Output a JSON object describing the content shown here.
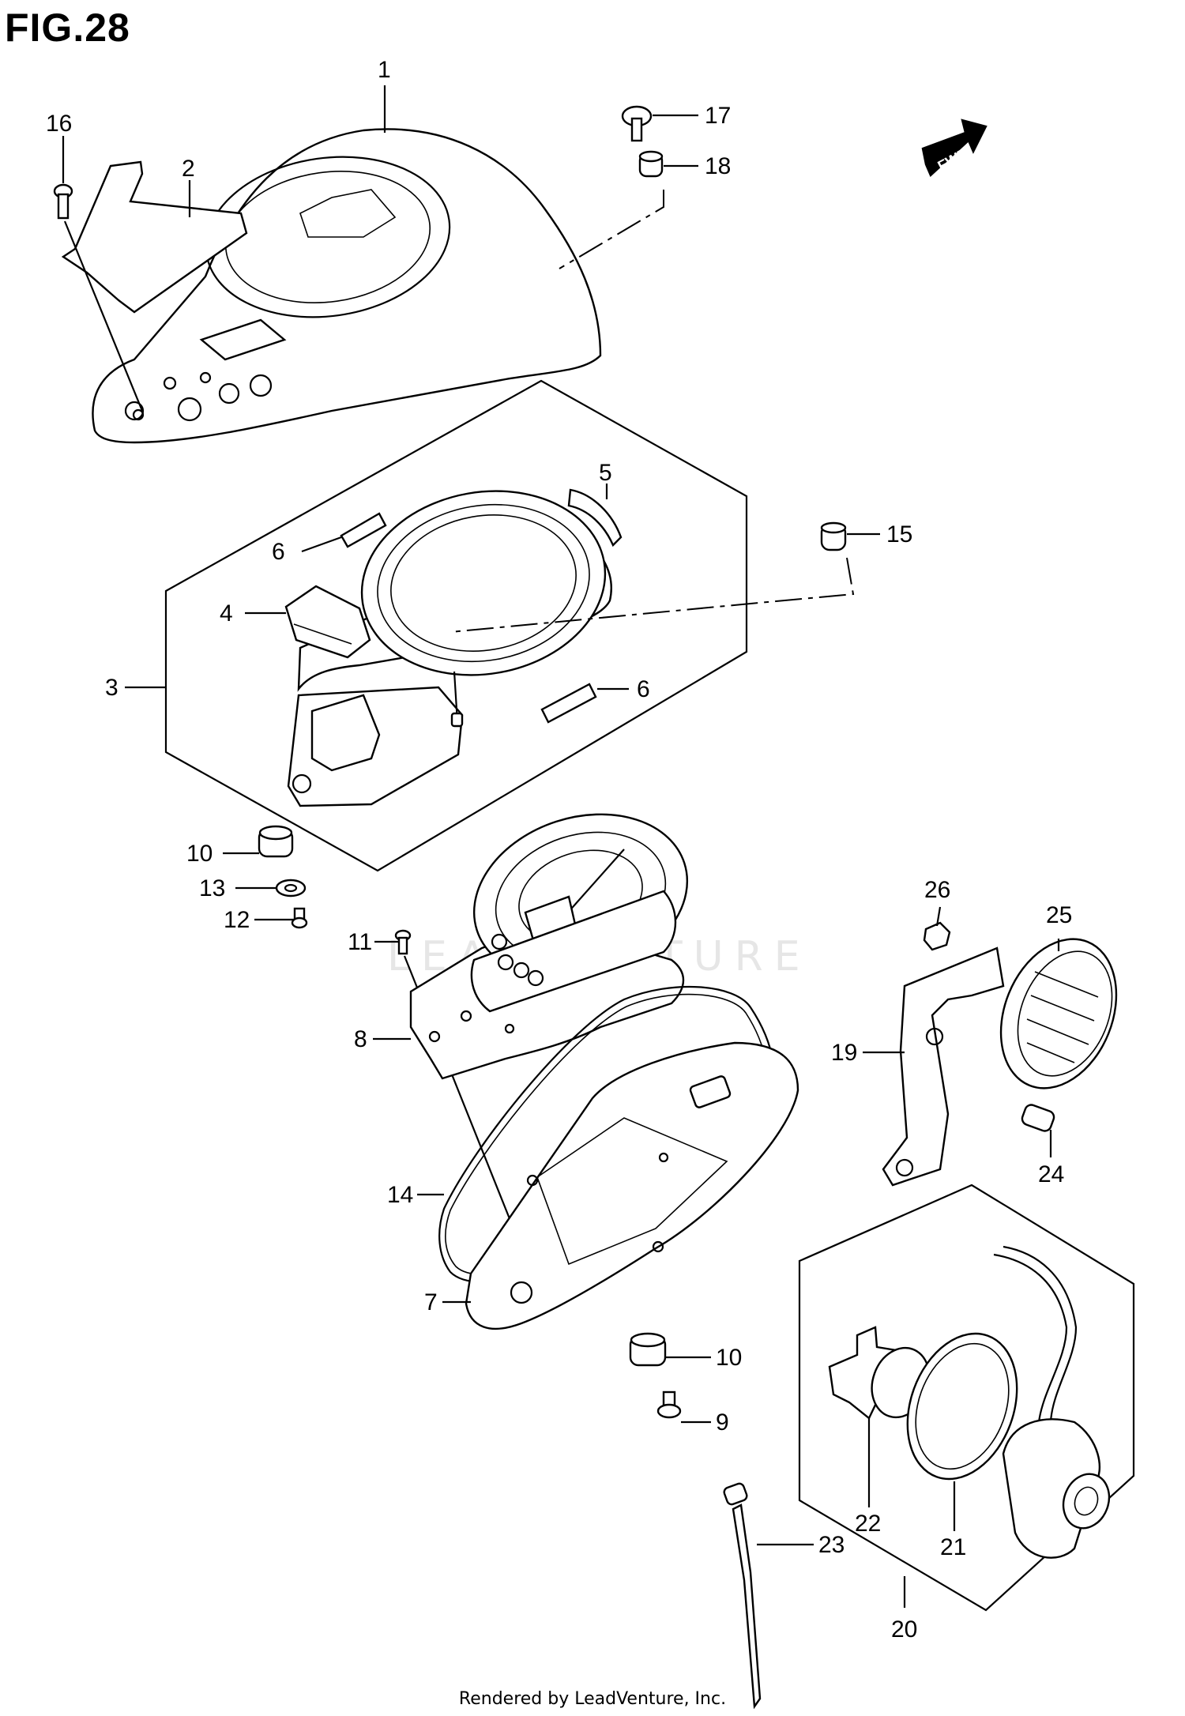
{
  "figure": {
    "title": "FIG.28"
  },
  "footer": {
    "text": "Rendered by LeadVenture, Inc."
  },
  "watermark": {
    "text": "LEADVENTURE",
    "color": "#e6e6e6"
  },
  "direction_badge": {
    "text": "FWD"
  },
  "callouts": [
    {
      "id": "c1",
      "label": "1"
    },
    {
      "id": "c2",
      "label": "2"
    },
    {
      "id": "c3",
      "label": "3"
    },
    {
      "id": "c4",
      "label": "4"
    },
    {
      "id": "c5",
      "label": "5"
    },
    {
      "id": "c6a",
      "label": "6"
    },
    {
      "id": "c6b",
      "label": "6"
    },
    {
      "id": "c7",
      "label": "7"
    },
    {
      "id": "c8",
      "label": "8"
    },
    {
      "id": "c9",
      "label": "9"
    },
    {
      "id": "c10a",
      "label": "10"
    },
    {
      "id": "c10b",
      "label": "10"
    },
    {
      "id": "c11",
      "label": "11"
    },
    {
      "id": "c12",
      "label": "12"
    },
    {
      "id": "c13",
      "label": "13"
    },
    {
      "id": "c14",
      "label": "14"
    },
    {
      "id": "c15",
      "label": "15"
    },
    {
      "id": "c16",
      "label": "16"
    },
    {
      "id": "c17",
      "label": "17"
    },
    {
      "id": "c18",
      "label": "18"
    },
    {
      "id": "c19",
      "label": "19"
    },
    {
      "id": "c20",
      "label": "20"
    },
    {
      "id": "c21",
      "label": "21"
    },
    {
      "id": "c22",
      "label": "22"
    },
    {
      "id": "c23",
      "label": "23"
    },
    {
      "id": "c24",
      "label": "24"
    },
    {
      "id": "c25",
      "label": "25"
    },
    {
      "id": "c26",
      "label": "26"
    }
  ]
}
